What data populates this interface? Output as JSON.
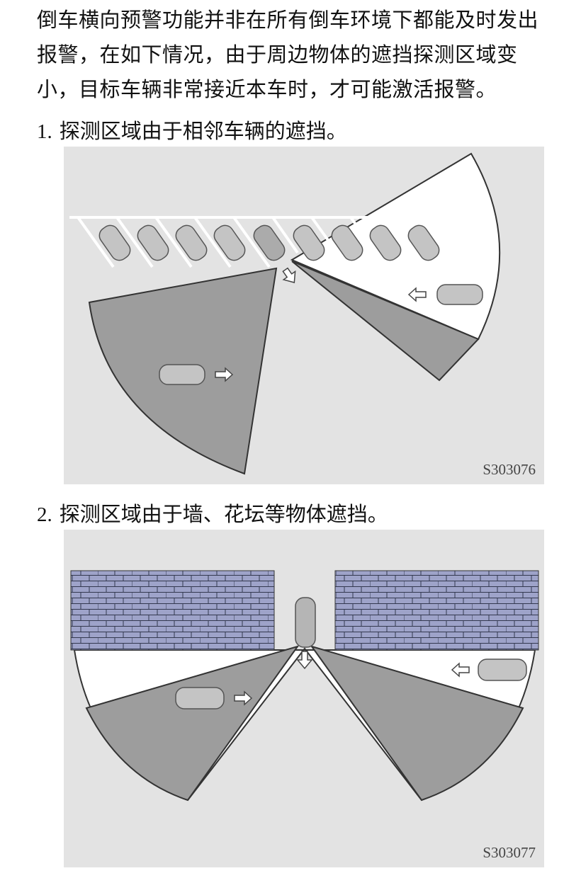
{
  "intro": "倒车横向预警功能并非在所有倒车环境下都能及时发出报警，在如下情况，由于周边物体的遮挡探测区域变小，目标车辆非常接近本车时，才可能激活报警。",
  "items": [
    {
      "number": "1.",
      "text": "探测区域由于相邻车辆的遮挡。",
      "figure_code": "S303076"
    },
    {
      "number": "2.",
      "text": "探测区域由于墙、花坛等物体遮挡。",
      "figure_code": "S303077"
    }
  ],
  "colors": {
    "background": "#e3e3e3",
    "zone": "#9d9d9d",
    "clear_zone": "#ffffff",
    "brick": "#9ea3c9"
  }
}
